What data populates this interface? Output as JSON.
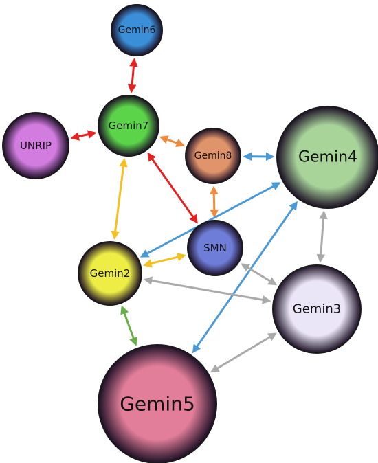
{
  "nodes": [
    {
      "id": "Gemin6",
      "label": "Gemin6",
      "color": "#3b8fd9"
    },
    {
      "id": "Gemin7",
      "label": "Gemin7",
      "color": "#5cd44a"
    },
    {
      "id": "UNRIP",
      "label": "UNRIP",
      "color": "#d27ce0"
    },
    {
      "id": "Gemin8",
      "label": "Gemin8",
      "color": "#e0946a"
    },
    {
      "id": "Gemin4",
      "label": "Gemin4",
      "color": "#a8d49a"
    },
    {
      "id": "SMN",
      "label": "SMN",
      "color": "#6e7ed8"
    },
    {
      "id": "Gemin2",
      "label": "Gemin2",
      "color": "#eded45"
    },
    {
      "id": "Gemin3",
      "label": "Gemin3",
      "color": "#ebe6f7"
    },
    {
      "id": "Gemin5",
      "label": "Gemin5",
      "color": "#e27e9a"
    }
  ],
  "edges": [
    {
      "from": "Gemin6",
      "to": "Gemin7",
      "color": "#e8201e"
    },
    {
      "from": "UNRIP",
      "to": "Gemin7",
      "color": "#e8201e"
    },
    {
      "from": "Gemin7",
      "to": "SMN",
      "color": "#e8201e"
    },
    {
      "from": "Gemin7",
      "to": "Gemin8",
      "color": "#f08a3c"
    },
    {
      "from": "Gemin8",
      "to": "SMN",
      "color": "#f08a3c"
    },
    {
      "from": "Gemin7",
      "to": "Gemin2",
      "color": "#f6c021"
    },
    {
      "from": "Gemin2",
      "to": "SMN",
      "color": "#f6c021"
    },
    {
      "from": "Gemin8",
      "to": "Gemin4",
      "color": "#4a9ad8"
    },
    {
      "from": "Gemin2",
      "to": "Gemin4",
      "color": "#4a9ad8"
    },
    {
      "from": "Gemin5",
      "to": "Gemin4",
      "color": "#4a9ad8"
    },
    {
      "from": "Gemin4",
      "to": "Gemin3",
      "color": "#aaaaaa"
    },
    {
      "from": "SMN",
      "to": "Gemin3",
      "color": "#aaaaaa"
    },
    {
      "from": "Gemin2",
      "to": "Gemin3",
      "color": "#aaaaaa"
    },
    {
      "from": "Gemin5",
      "to": "Gemin3",
      "color": "#aaaaaa"
    },
    {
      "from": "Gemin2",
      "to": "Gemin5",
      "color": "#6ab04a"
    }
  ]
}
